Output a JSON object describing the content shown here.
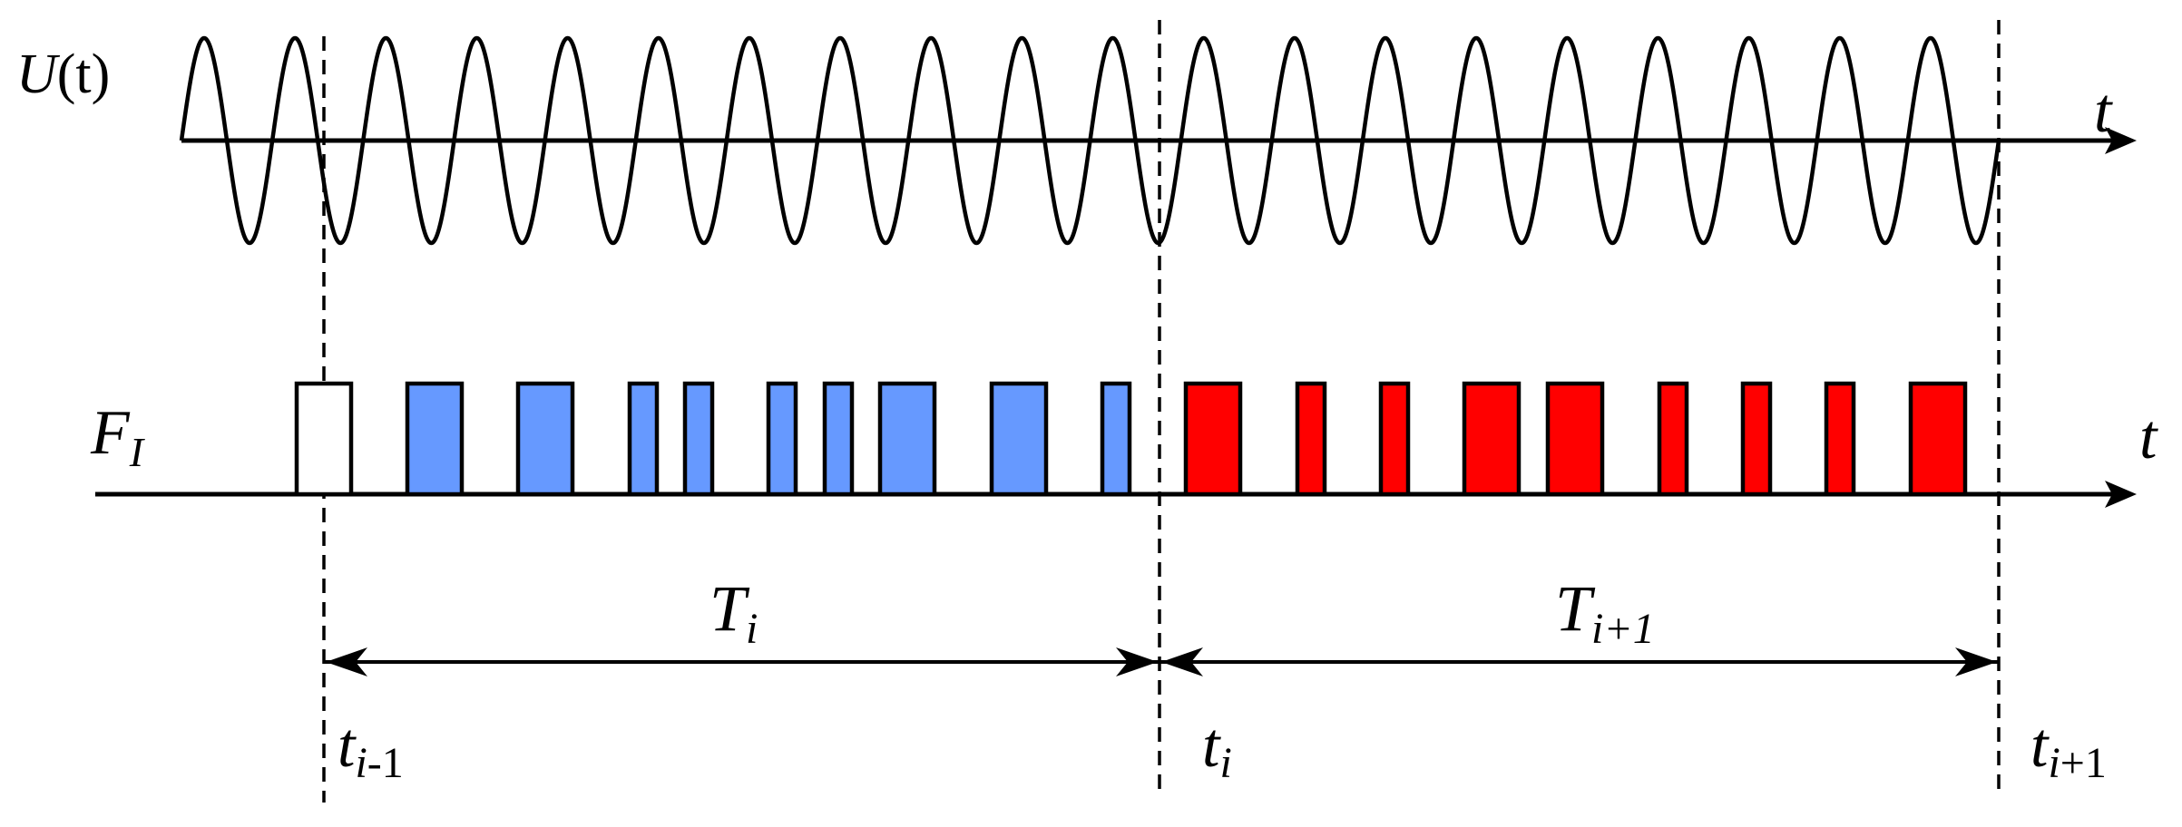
{
  "labels": {
    "u_var": "U",
    "u_arg": "(t)",
    "top_axis_t": "t",
    "f_main": "F",
    "f_sub": "I",
    "bottom_axis_t": "t",
    "T_i_main": "T",
    "T_i_sub": "i",
    "T_i1_main": "T",
    "T_i1_sub": "i+1",
    "t_prev_main": "t",
    "t_prev_sub_i": "i",
    "t_prev_sub_rest": "-1",
    "t_i_main": "t",
    "t_i_sub": "i",
    "t_next_main": "t",
    "t_next_sub_i": "i",
    "t_next_sub_rest": "+1"
  },
  "colors": {
    "first_pulse": "#ffffff",
    "interval_i": "#6699ff",
    "interval_i1": "#ff0000",
    "stroke": "#000000"
  }
}
